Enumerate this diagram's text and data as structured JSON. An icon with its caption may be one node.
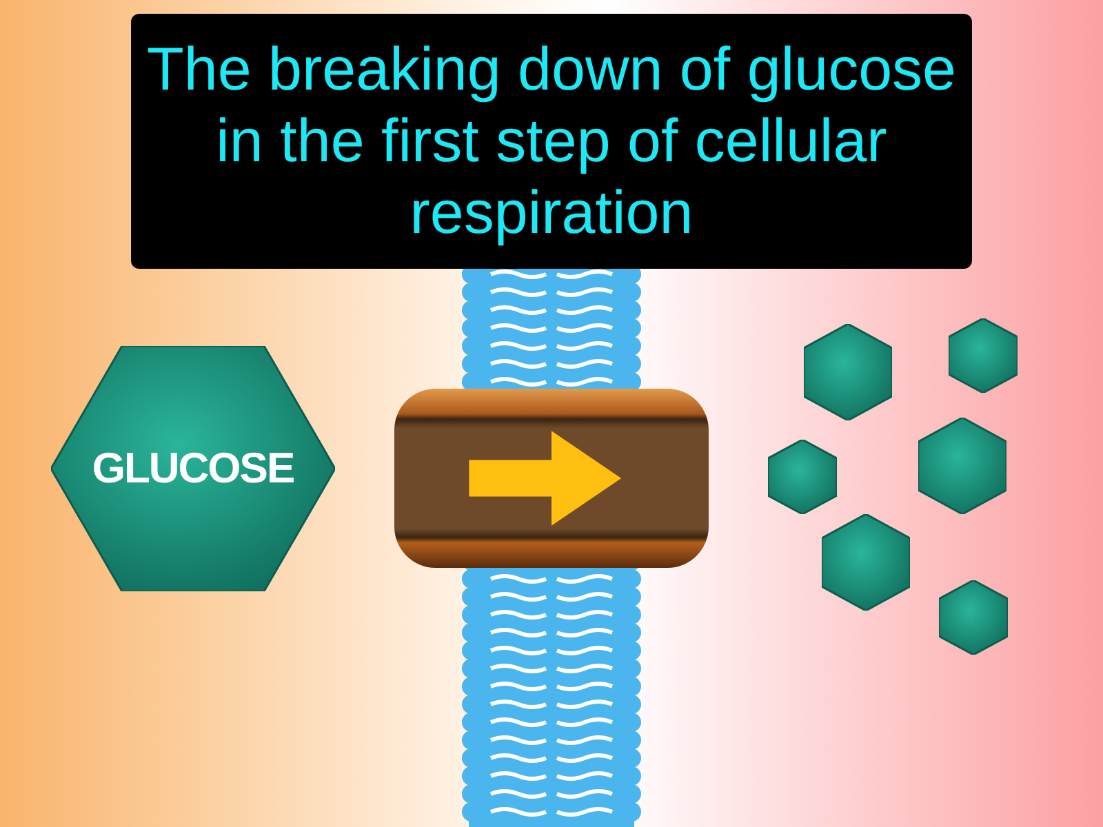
{
  "diagram": {
    "title": "The breaking down of glucose in the first step of cellular respiration",
    "nodes": [
      {
        "text": [
          "GLUCOSE"
        ]
      },
      {
        "text": [],
        "shape": "box"
      },
      {
        "text": [],
        "shape": "hexagon"
      },
      {
        "text": [],
        "shape": "hexagon"
      },
      {
        "text": [],
        "shape": "hexagon"
      },
      {
        "text": [],
        "shape": "hexagon"
      },
      {
        "text": [],
        "shape": "hexagon"
      },
      {
        "text": [],
        "shape": "hexagon"
      }
    ]
  }
}
